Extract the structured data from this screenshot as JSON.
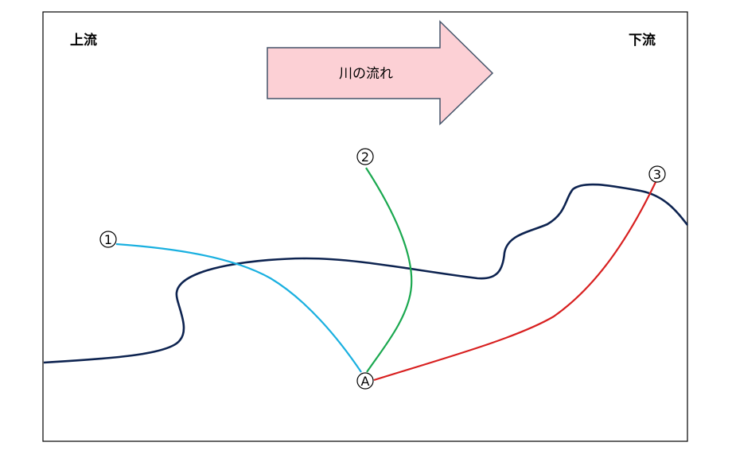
{
  "labels": {
    "upstream": "上流",
    "downstream": "下流",
    "flow": "川の流れ"
  },
  "markers": {
    "one": "1",
    "two": "2",
    "three": "3",
    "a": "A"
  },
  "colors": {
    "river": "#0d2350",
    "route1": "#1ab0e0",
    "route2": "#1aa84f",
    "route3": "#d82020",
    "arrow_fill": "#fcd0d5",
    "arrow_stroke": "#44546a",
    "frame": "#000000"
  }
}
